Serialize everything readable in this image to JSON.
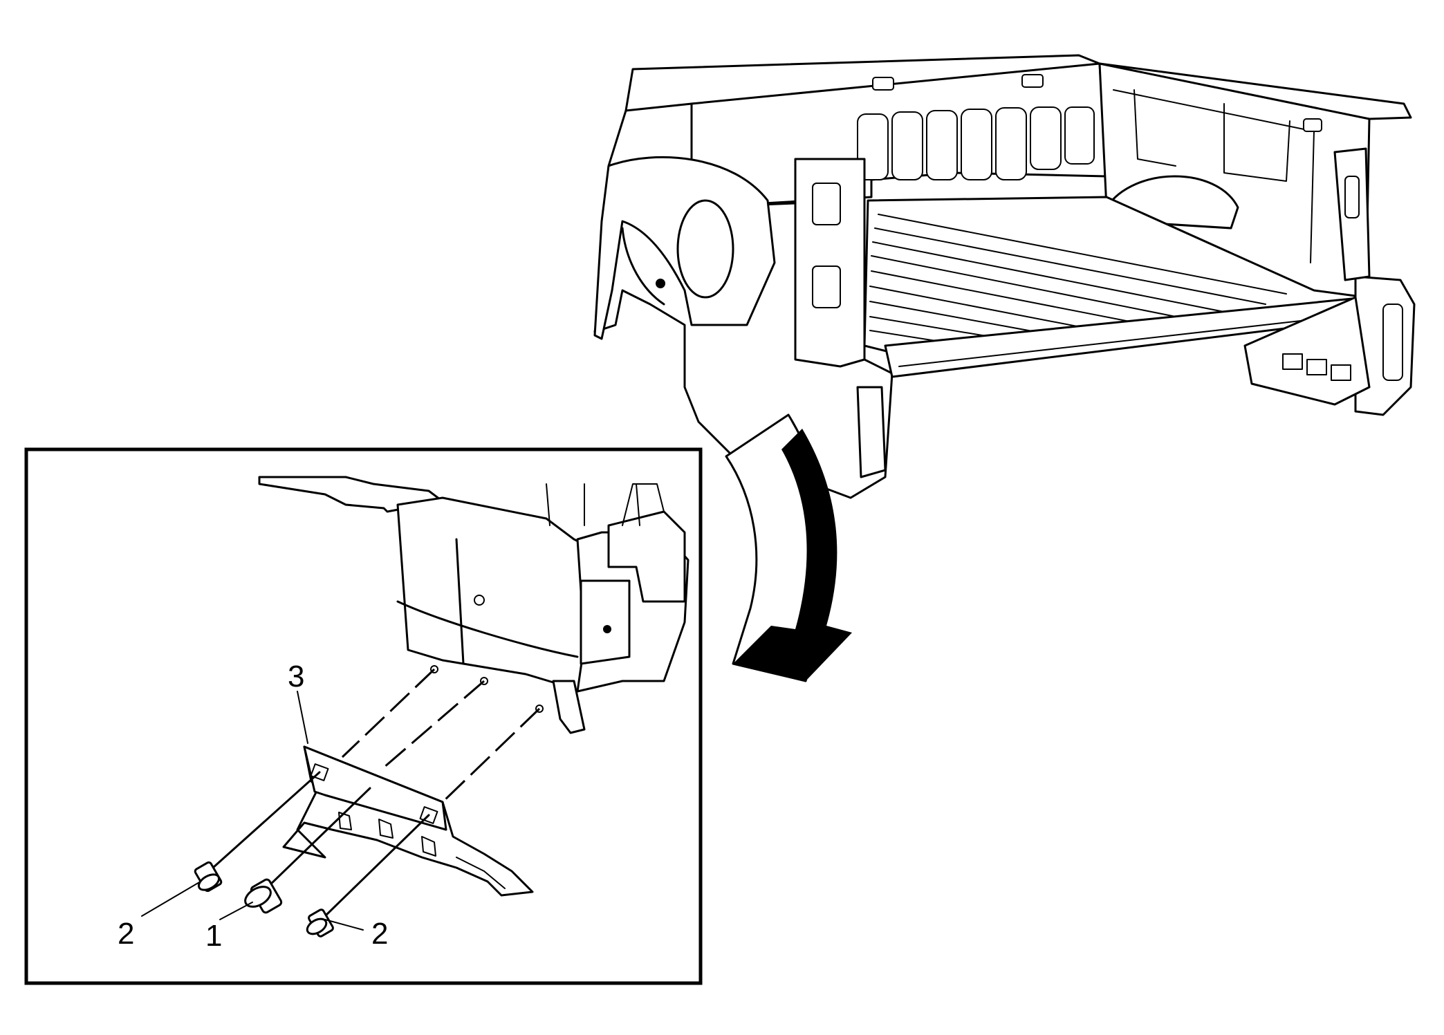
{
  "callouts": [
    {
      "id": "bracket",
      "label": "3"
    },
    {
      "id": "fastener-left",
      "label": "2"
    },
    {
      "id": "fastener-center",
      "label": "1"
    },
    {
      "id": "fastener-right",
      "label": "2"
    }
  ],
  "colors": {
    "line": "#000000",
    "background": "#ffffff"
  }
}
